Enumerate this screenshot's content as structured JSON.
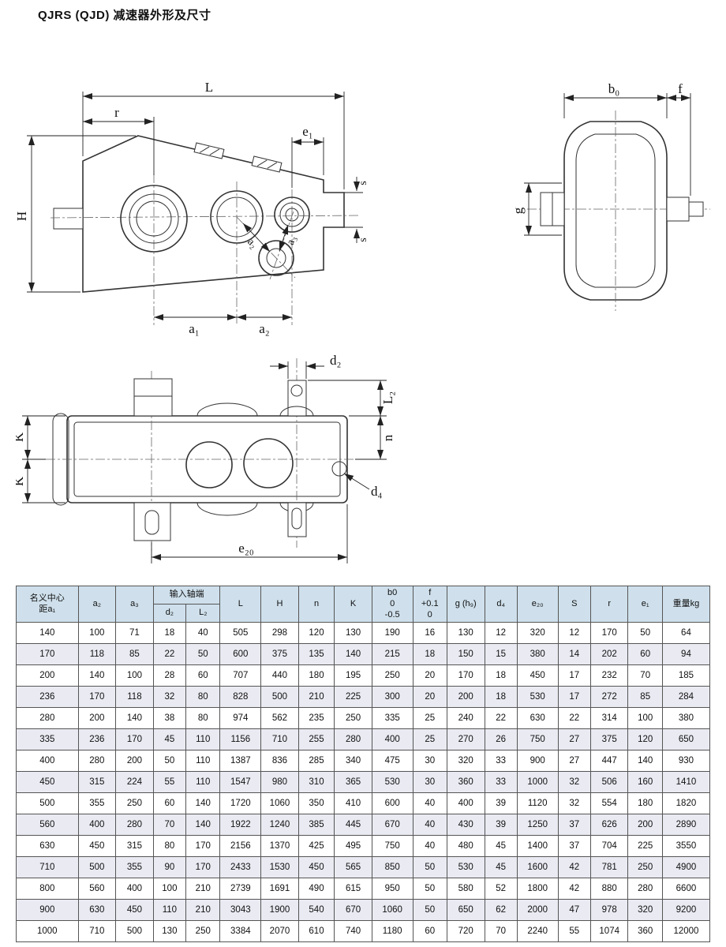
{
  "page": {
    "title": "QJRS (QJD) 减速器外形及尺寸"
  },
  "drawings": {
    "side_view": {
      "dims": {
        "L": "L",
        "r": "r",
        "e1": "e₁",
        "H": "H",
        "s1": "s",
        "s2": "s",
        "a1": "a₁",
        "a2": "a₂",
        "a2_diag": "a₂",
        "a3_diag": "a₃"
      }
    },
    "end_view": {
      "dims": {
        "b0": "b₀",
        "f": "f",
        "g": "g"
      }
    },
    "top_view": {
      "dims": {
        "d2": "d₂",
        "L2": "L₂",
        "K1": "K",
        "K2": "K",
        "n": "n",
        "d4": "d₄",
        "e20": "e₂₀"
      }
    }
  },
  "table": {
    "headers": {
      "a1": "名义中心\n距a₁",
      "a2": "a₂",
      "a3": "a₃",
      "input_shaft": "输入轴端",
      "d2": "d₂",
      "L2": "L₂",
      "L": "L",
      "H": "H",
      "n": "n",
      "K": "K",
      "b0": "b0\n0\n-0.5",
      "f": "f\n+0.1\n0",
      "g": "g (h₉)",
      "d4": "d₄",
      "e20": "e₂₀",
      "S": "S",
      "r": "r",
      "e1": "e₁",
      "weight": "重量kg"
    },
    "rows": [
      [
        "140",
        "100",
        "71",
        "18",
        "40",
        "505",
        "298",
        "120",
        "130",
        "190",
        "16",
        "130",
        "12",
        "320",
        "12",
        "170",
        "50",
        "64"
      ],
      [
        "170",
        "118",
        "85",
        "22",
        "50",
        "600",
        "375",
        "135",
        "140",
        "215",
        "18",
        "150",
        "15",
        "380",
        "14",
        "202",
        "60",
        "94"
      ],
      [
        "200",
        "140",
        "100",
        "28",
        "60",
        "707",
        "440",
        "180",
        "195",
        "250",
        "20",
        "170",
        "18",
        "450",
        "17",
        "232",
        "70",
        "185"
      ],
      [
        "236",
        "170",
        "118",
        "32",
        "80",
        "828",
        "500",
        "210",
        "225",
        "300",
        "20",
        "200",
        "18",
        "530",
        "17",
        "272",
        "85",
        "284"
      ],
      [
        "280",
        "200",
        "140",
        "38",
        "80",
        "974",
        "562",
        "235",
        "250",
        "335",
        "25",
        "240",
        "22",
        "630",
        "22",
        "314",
        "100",
        "380"
      ],
      [
        "335",
        "236",
        "170",
        "45",
        "110",
        "1156",
        "710",
        "255",
        "280",
        "400",
        "25",
        "270",
        "26",
        "750",
        "27",
        "375",
        "120",
        "650"
      ],
      [
        "400",
        "280",
        "200",
        "50",
        "110",
        "1387",
        "836",
        "285",
        "340",
        "475",
        "30",
        "320",
        "33",
        "900",
        "27",
        "447",
        "140",
        "930"
      ],
      [
        "450",
        "315",
        "224",
        "55",
        "110",
        "1547",
        "980",
        "310",
        "365",
        "530",
        "30",
        "360",
        "33",
        "1000",
        "32",
        "506",
        "160",
        "1410"
      ],
      [
        "500",
        "355",
        "250",
        "60",
        "140",
        "1720",
        "1060",
        "350",
        "410",
        "600",
        "40",
        "400",
        "39",
        "1120",
        "32",
        "554",
        "180",
        "1820"
      ],
      [
        "560",
        "400",
        "280",
        "70",
        "140",
        "1922",
        "1240",
        "385",
        "445",
        "670",
        "40",
        "430",
        "39",
        "1250",
        "37",
        "626",
        "200",
        "2890"
      ],
      [
        "630",
        "450",
        "315",
        "80",
        "170",
        "2156",
        "1370",
        "425",
        "495",
        "750",
        "40",
        "480",
        "45",
        "1400",
        "37",
        "704",
        "225",
        "3550"
      ],
      [
        "710",
        "500",
        "355",
        "90",
        "170",
        "2433",
        "1530",
        "450",
        "565",
        "850",
        "50",
        "530",
        "45",
        "1600",
        "42",
        "781",
        "250",
        "4900"
      ],
      [
        "800",
        "560",
        "400",
        "100",
        "210",
        "2739",
        "1691",
        "490",
        "615",
        "950",
        "50",
        "580",
        "52",
        "1800",
        "42",
        "880",
        "280",
        "6600"
      ],
      [
        "900",
        "630",
        "450",
        "110",
        "210",
        "3043",
        "1900",
        "540",
        "670",
        "1060",
        "50",
        "650",
        "62",
        "2000",
        "47",
        "978",
        "320",
        "9200"
      ],
      [
        "1000",
        "710",
        "500",
        "130",
        "250",
        "3384",
        "2070",
        "610",
        "740",
        "1180",
        "60",
        "720",
        "70",
        "2240",
        "55",
        "1074",
        "360",
        "12000"
      ]
    ]
  }
}
